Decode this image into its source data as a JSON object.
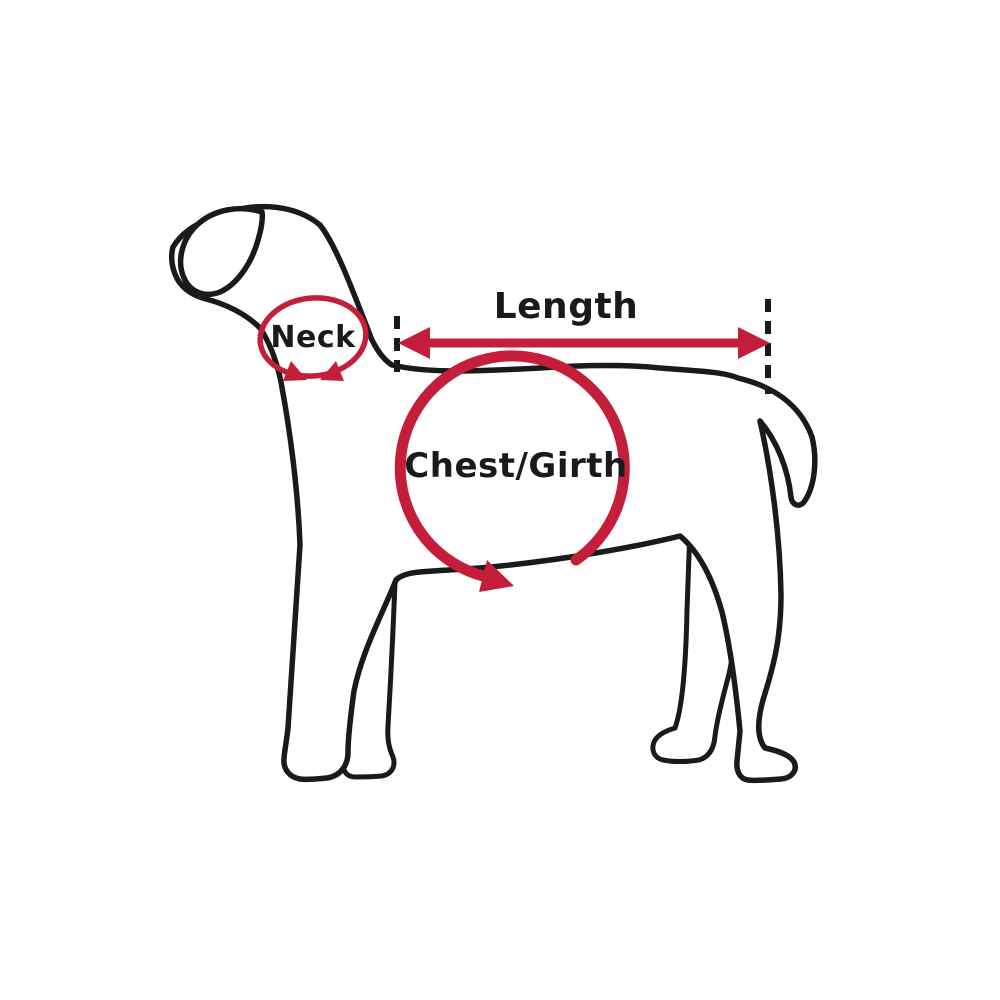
{
  "diagram": {
    "labels": {
      "neck": "Neck",
      "length": "Length",
      "chest_girth": "Chest/Girth"
    },
    "colors": {
      "red": "#C41E3A",
      "black": "#1A1A1A",
      "white": "#FFFFFF"
    }
  }
}
